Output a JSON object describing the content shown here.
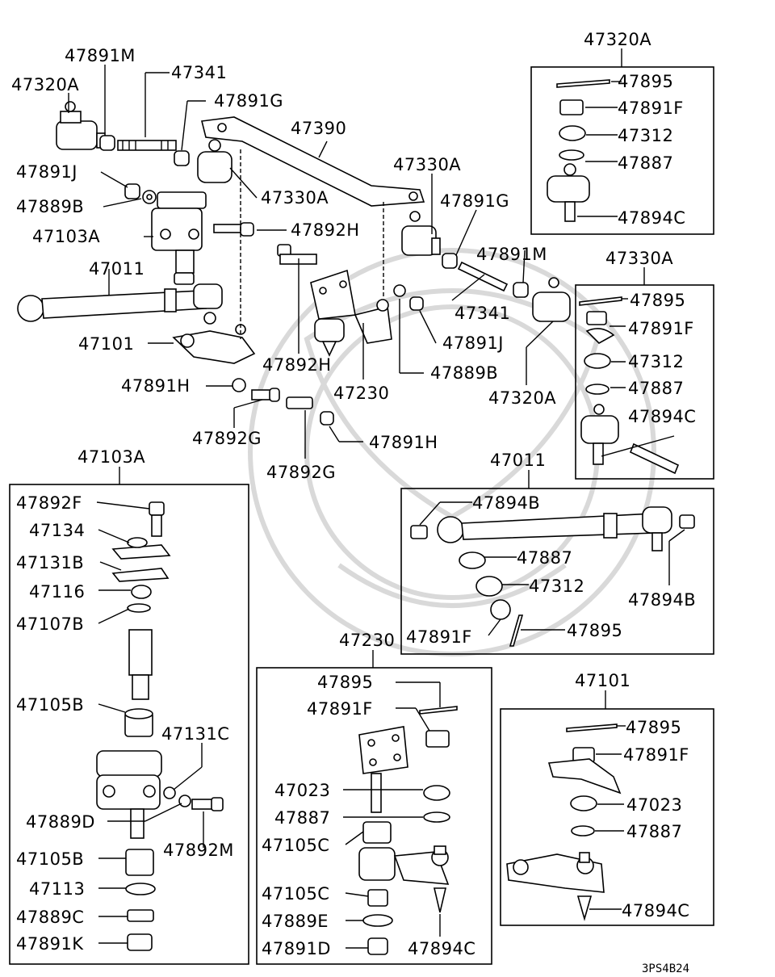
{
  "diagram_code": "3PS4B24",
  "boxes": {
    "b47103A": "47103A",
    "b47320A": "47320A",
    "b47330A": "47330A",
    "b47011": "47011",
    "b47230": "47230",
    "b47101": "47101"
  },
  "labels": {
    "l47891M_a": "47891M",
    "l47341_a": "47341",
    "l47320A_a": "47320A",
    "l47891G_a": "47891G",
    "l47390": "47390",
    "l47891J_a": "47891J",
    "l47330A_a": "47330A",
    "l47330A_b": "47330A",
    "l47889B_a": "47889B",
    "l47891G_b": "47891G",
    "l47103A_a": "47103A",
    "l47892H_a": "47892H",
    "l47011_a": "47011",
    "l47891M_b": "47891M",
    "l47341_b": "47341",
    "l47101_a": "47101",
    "l47892H_b": "47892H",
    "l47891J_b": "47891J",
    "l47889B_b": "47889B",
    "l47891H_a": "47891H",
    "l47230_a": "47230",
    "l47320A_b": "47320A",
    "l47892G_a": "47892G",
    "l47891H_b": "47891H",
    "l47892G_b": "47892G",
    "r1_47895": "47895",
    "r1_47891F": "47891F",
    "r1_47312": "47312",
    "r1_47887": "47887",
    "r1_47894C": "47894C",
    "r2_47895": "47895",
    "r2_47891F": "47891F",
    "r2_47312": "47312",
    "r2_47887": "47887",
    "r2_47894C": "47894C",
    "a_47892F": "47892F",
    "a_47134": "47134",
    "a_47131B": "47131B",
    "a_47116": "47116",
    "a_47107B": "47107B",
    "a_47105B": "47105B",
    "a_47131C": "47131C",
    "a_47889D": "47889D",
    "a_47892M": "47892M",
    "a_47105B2": "47105B",
    "a_47113": "47113",
    "a_47889C": "47889C",
    "a_47891K": "47891K",
    "t_47894B": "47894B",
    "t_47887": "47887",
    "t_47312": "47312",
    "t_47894B2": "47894B",
    "t_47891F": "47891F",
    "t_47895": "47895",
    "i_47895": "47895",
    "i_47891F": "47891F",
    "i_47023": "47023",
    "i_47887": "47887",
    "i_47105C": "47105C",
    "i_47105C2": "47105C",
    "i_47889E": "47889E",
    "i_47891D": "47891D",
    "i_47894C": "47894C",
    "p_47895": "47895",
    "p_47891F": "47891F",
    "p_47023": "47023",
    "p_47887": "47887",
    "p_47894C": "47894C"
  }
}
